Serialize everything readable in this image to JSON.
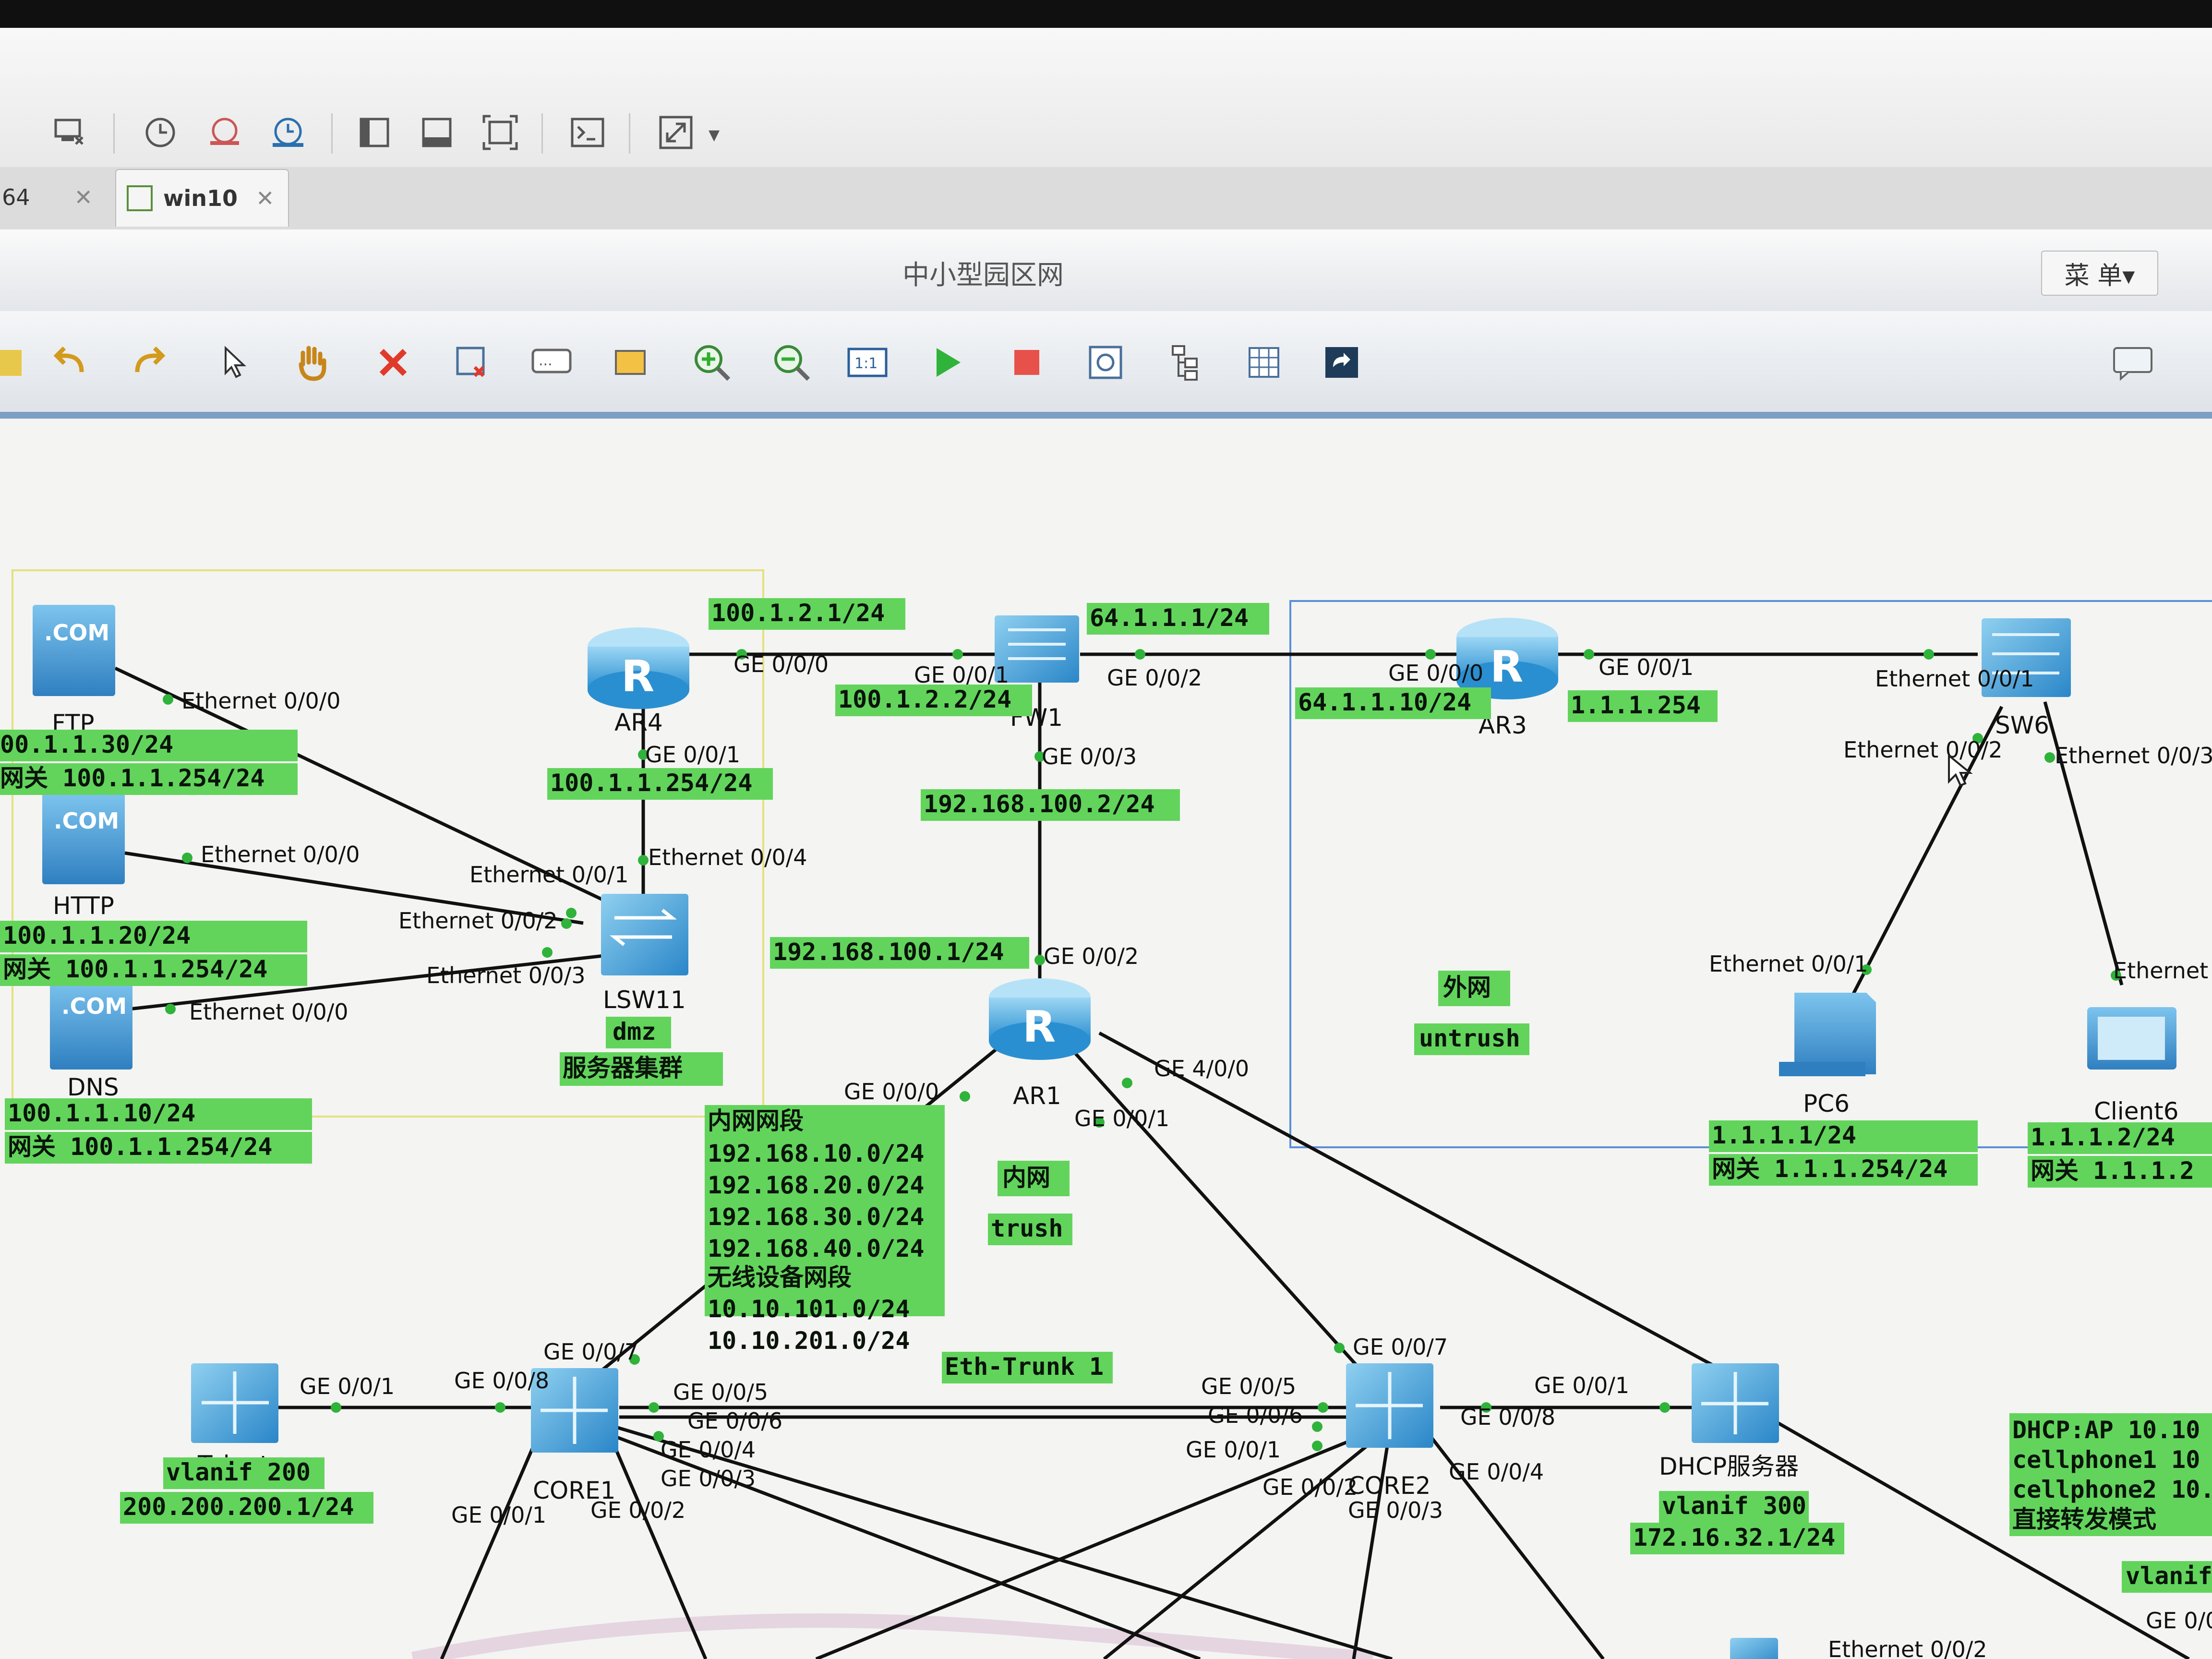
{
  "vm_tabs": [
    {
      "label": "64",
      "active": false
    },
    {
      "label": "win10",
      "active": true
    }
  ],
  "window": {
    "title": "中小型园区网",
    "menu_label": "菜 单▾"
  },
  "icons": {
    "vm_toolbar": [
      "send-keys-icon",
      "snapshot-icon",
      "snapshot-revert-icon",
      "snapshot-manager-icon",
      "library-view-icon",
      "thumbnail-view-icon",
      "fullscreen-icon",
      "console-icon",
      "stretch-icon"
    ],
    "ensp_toolbar": [
      "new-icon",
      "undo-icon",
      "redo-icon",
      "select-icon",
      "pan-icon",
      "delete-icon",
      "delete-link-icon",
      "text-icon",
      "rectangle-icon",
      "zoom-in-icon",
      "zoom-out-icon",
      "fit-icon",
      "start-icon",
      "stop-icon",
      "capture-icon",
      "topology-icon",
      "grid-icon",
      "screenshot-icon",
      "chat-icon"
    ]
  },
  "colors": {
    "label_bg": "#62d45c",
    "link": "#111111",
    "zone_dmz": "#e4e082",
    "zone_untrust": "#5b8fd6",
    "device": "#4aa3df"
  },
  "devices": {
    "ftp": "FTP",
    "http": "HTTP",
    "dns": "DNS",
    "ar4": "AR4",
    "fw1": "FW1",
    "ar3": "AR3",
    "sw6": "SW6",
    "lsw11": "LSW11",
    "ar1": "AR1",
    "pc6": "PC6",
    "client6": "Client6",
    "telnet": "Telnet",
    "core1": "CORE1",
    "core2": "CORE2",
    "dhcp": "DHCP服务器"
  },
  "ports": {
    "ftp_e000": "Ethernet 0/0/0",
    "http_e000": "Ethernet 0/0/0",
    "dns_e000": "Ethernet 0/0/0",
    "lsw_e001": "Ethernet 0/0/1",
    "lsw_e002": "Ethernet 0/0/2",
    "lsw_e003": "Ethernet 0/0/3",
    "lsw_e004": "Ethernet 0/0/4",
    "ar4_g000": "GE 0/0/0",
    "ar4_g001": "GE 0/0/1",
    "fw_g001": "GE 0/0/1",
    "fw_g002": "GE 0/0/2",
    "fw_g003": "GE 0/0/3",
    "ar3_g000": "GE 0/0/0",
    "ar3_g001": "GE 0/0/1",
    "sw6_e001": "Ethernet 0/0/1",
    "sw6_e002": "Ethernet 0/0/2",
    "sw6_e003": "Ethernet 0/0/3",
    "pc6_e001": "Ethernet 0/0/1",
    "client6_e": "Ethernet (",
    "ar1_g002": "GE 0/0/2",
    "ar1_g000": "GE 0/0/0",
    "ar1_g001": "GE 0/0/1",
    "ar1_g400": "GE 4/0/0",
    "telnet_g001": "GE 0/0/1",
    "core1_g007": "GE 0/0/7",
    "core1_g008": "GE 0/0/8",
    "core1_g005": "GE 0/0/5",
    "core1_g006": "GE 0/0/6",
    "core1_g004": "GE 0/0/4",
    "core1_g003": "GE 0/0/3",
    "core1_g001": "GE 0/0/1",
    "core1_g002": "GE 0/0/2",
    "core2_g007": "GE 0/0/7",
    "core2_g005": "GE 0/0/5",
    "core2_g006": "GE 0/0/6",
    "core2_g001": "GE 0/0/1",
    "core2_g002": "GE 0/0/2",
    "core2_g003": "GE 0/0/3",
    "core2_g004": "GE 0/0/4",
    "core2_g008": "GE 0/0/8",
    "core2_g001b": "GE 0/0/1",
    "dhcp_e002": "Ethernet 0/0/2",
    "ge_0_0": "GE 0/0"
  },
  "labels": {
    "ftp_ip": "00.1.1.30/24",
    "ftp_gw": "网关 100.1.1.254/24",
    "http_ip": "100.1.1.20/24",
    "http_gw": "网关 100.1.1.254/24",
    "dns_ip": "100.1.1.10/24",
    "dns_gw": "网关 100.1.1.254/24",
    "ar4_wan": "100.1.2.1/24",
    "fw_wan": "100.1.2.2/24",
    "ar4_lan": "100.1.1.254/24",
    "fw_out": "64.1.1.1/24",
    "ar3_in": "64.1.1.10/24",
    "ar3_out": "1.1.1.254",
    "fw_in": "192.168.100.2/24",
    "ar1_up": "192.168.100.1/24",
    "lsw_zone": "dmz",
    "server_cluster": "服务器集群",
    "outside": "外网",
    "untrust": "untrush",
    "pc6_ip": "1.1.1.1/24",
    "pc6_gw": "网关 1.1.1.254/24",
    "client6_ip": "1.1.1.2/24",
    "client6_gw": "网关 1.1.1.2",
    "intranet_segments": [
      "内网网段",
      "192.168.10.0/24",
      "192.168.20.0/24",
      "192.168.30.0/24",
      "192.168.40.0/24",
      "无线设备网段",
      "10.10.101.0/24",
      "10.10.201.0/24"
    ],
    "inside": "内网",
    "trust": "trush",
    "eth_trunk": "Eth-Trunk 1",
    "telnet_vlan": "vlanif 200",
    "telnet_ip": "200.200.200.1/24",
    "dhcp_vlan": "vlanif 300",
    "dhcp_ip": "172.16.32.1/24",
    "dhcp_note": [
      "DHCP:AP 10.10",
      "cellphone1 10",
      "cellphone2 10.",
      "直接转发模式"
    ],
    "vlanif_cut": "vlanif"
  }
}
